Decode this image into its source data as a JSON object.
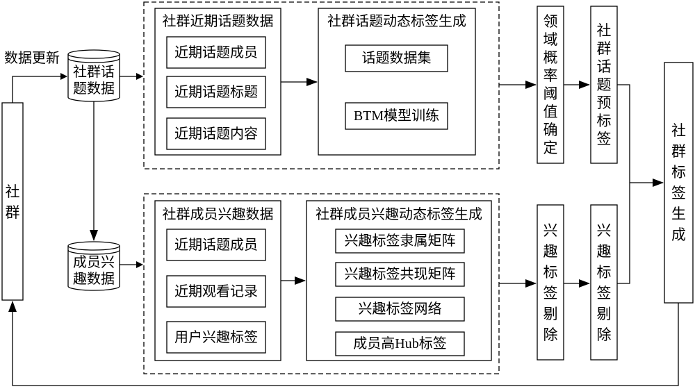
{
  "community": "社群",
  "data_update": "数据更新",
  "topic_db": "社群话题数据",
  "interest_db": "成员兴趣数据",
  "topic_group": {
    "title": "社群近期话题数据",
    "items": [
      "近期话题成员",
      "近期话题标题",
      "近期话题内容"
    ]
  },
  "topic_gen": {
    "title": "社群话题动态标签生成",
    "items": [
      "话题数据集",
      "BTM模型训练"
    ]
  },
  "interest_group": {
    "title": "社群成员兴趣数据",
    "items": [
      "近期话题成员",
      "近期观看记录",
      "用户兴趣标签"
    ]
  },
  "interest_gen": {
    "title": "社群成员兴趣动态标签生成",
    "items": [
      "兴趣标签隶属矩阵",
      "兴趣标签共现矩阵",
      "兴趣标签网络",
      "成员高Hub标签"
    ]
  },
  "threshold": "领域概率阈值确定",
  "pre_label": "社群话题预标签",
  "remove1": "兴趣标签剔除",
  "remove2": "兴趣标签剔除",
  "final": "社群标签生成"
}
